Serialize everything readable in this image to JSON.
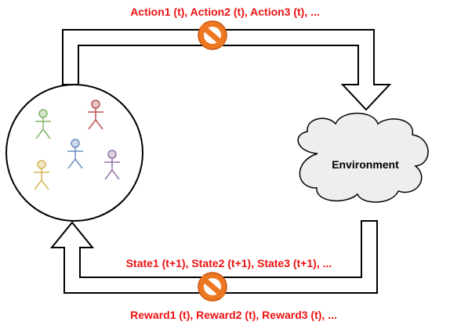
{
  "labels": {
    "actions": "Action1 (t), Action2 (t), Action3 (t), ...",
    "states": "State1 (t+1), State2 (t+1), State3 (t+1), ...",
    "rewards": "Reward1 (t), Reward2 (t), Reward3 (t), ...",
    "environment": "Environment"
  },
  "colors": {
    "label_text": "#ee1111",
    "prohibit_fill": "#ee7722",
    "prohibit_stroke": "#c85510",
    "cloud_fill": "#eeeeee",
    "arrow_stroke": "#000000"
  },
  "agents": [
    {
      "name": "agent-green",
      "color": "#82b366"
    },
    {
      "name": "agent-red",
      "color": "#b85450"
    },
    {
      "name": "agent-blue",
      "color": "#6c8ebf"
    },
    {
      "name": "agent-purple",
      "color": "#9673a6"
    },
    {
      "name": "agent-yellow",
      "color": "#d6b656"
    }
  ],
  "icons": {
    "prohibit_top": "prohibited-icon",
    "prohibit_bottom": "prohibited-icon"
  }
}
